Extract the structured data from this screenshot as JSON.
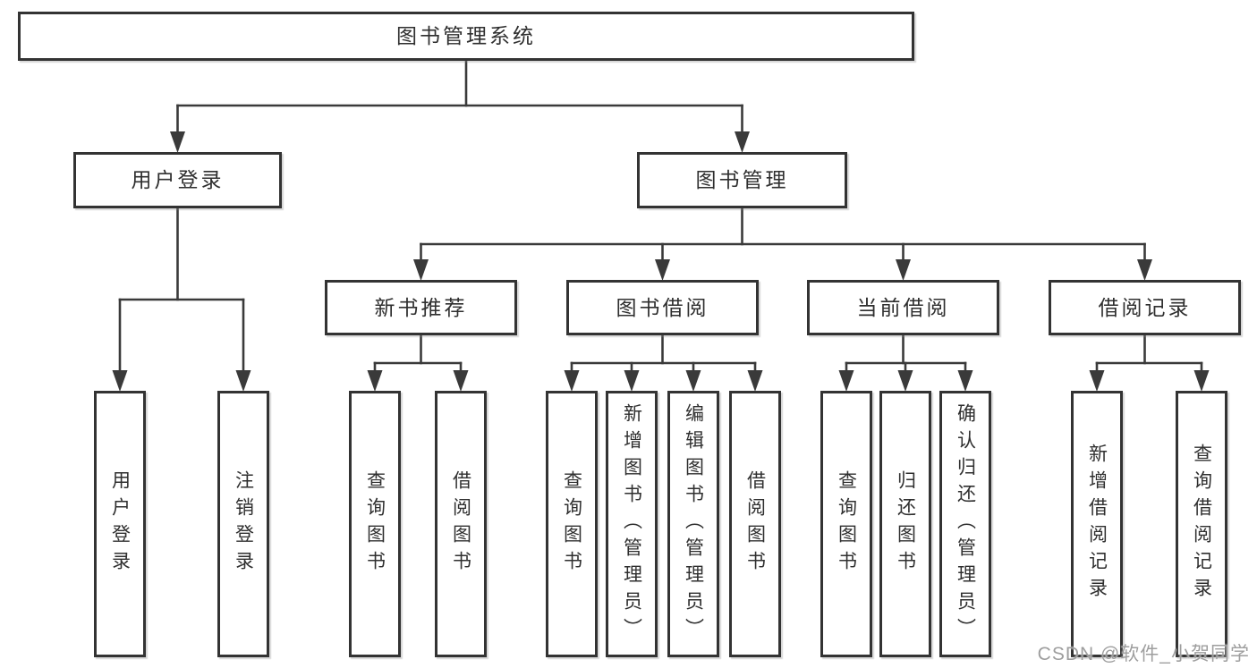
{
  "watermark": {
    "text": "CSDN @软件_小贺同学"
  },
  "colors": {
    "background": "#ffffff",
    "box_border": "#333333",
    "box_fill": "#ffffff",
    "connector": "#3a3a3a",
    "text": "#2f2f2f",
    "watermark_text": "#9e9e9e"
  },
  "tree": {
    "id": "root",
    "label": "图书管理系统",
    "children": [
      {
        "id": "user-login",
        "label": "用户登录",
        "children": [
          {
            "id": "op-user-login",
            "label": "用户登录"
          },
          {
            "id": "op-logout",
            "label": "注销登录"
          }
        ]
      },
      {
        "id": "book-mgmt",
        "label": "图书管理",
        "children": [
          {
            "id": "new-book-rec",
            "label": "新书推荐",
            "children": [
              {
                "id": "nb-query",
                "label": "查询图书"
              },
              {
                "id": "nb-borrow",
                "label": "借阅图书"
              }
            ]
          },
          {
            "id": "book-borrow",
            "label": "图书借阅",
            "children": [
              {
                "id": "bb-query",
                "label": "查询图书"
              },
              {
                "id": "bb-add",
                "label": "新增图书（管理员）"
              },
              {
                "id": "bb-edit",
                "label": "编辑图书（管理员）"
              },
              {
                "id": "bb-borrow",
                "label": "借阅图书"
              }
            ]
          },
          {
            "id": "current-borrow",
            "label": "当前借阅",
            "children": [
              {
                "id": "cb-query",
                "label": "查询图书"
              },
              {
                "id": "cb-return",
                "label": "归还图书"
              },
              {
                "id": "cb-confirm",
                "label": "确认归还（管理员）"
              }
            ]
          },
          {
            "id": "borrow-record",
            "label": "借阅记录",
            "children": [
              {
                "id": "br-add",
                "label": "新增借阅记录"
              },
              {
                "id": "br-query",
                "label": "查询借阅记录"
              }
            ]
          }
        ]
      }
    ]
  }
}
